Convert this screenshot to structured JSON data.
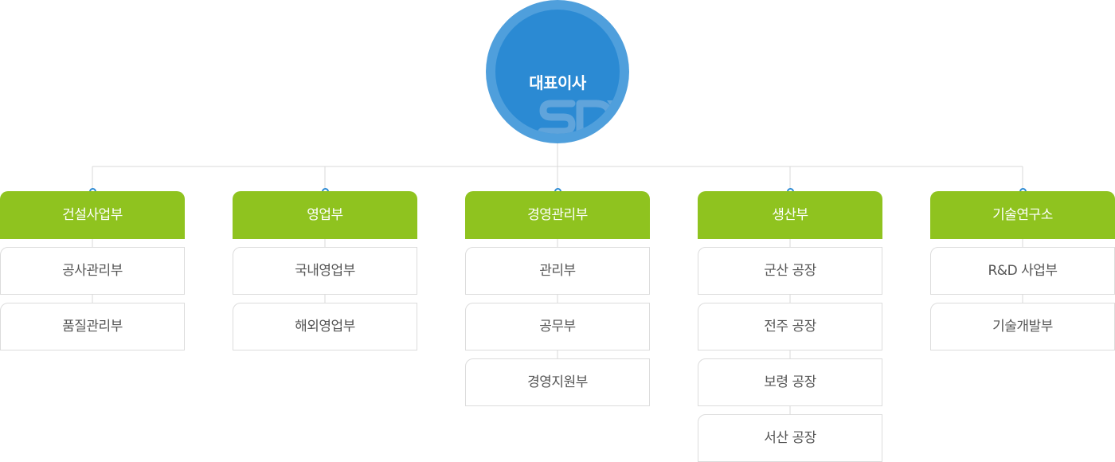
{
  "ceo": {
    "title": "대표이사"
  },
  "departments": [
    {
      "name": "건설사업부",
      "subs": [
        "공사관리부",
        "품질관리부"
      ]
    },
    {
      "name": "영업부",
      "subs": [
        "국내영업부",
        "해외영업부"
      ]
    },
    {
      "name": "경영관리부",
      "subs": [
        "관리부",
        "공무부",
        "경영지원부"
      ]
    },
    {
      "name": "생산부",
      "subs": [
        "군산 공장",
        "전주 공장",
        "보령 공장",
        "서산 공장"
      ]
    },
    {
      "name": "기술연구소",
      "subs": [
        "R&D 사업부",
        "기술개발부"
      ]
    }
  ],
  "colors": {
    "ceo_outer": "#4f9fdc",
    "ceo_inner": "#2b8ad3",
    "dept_green": "#8fc31f",
    "connector": "#d9d9d9",
    "sub_border": "#dcdcdc",
    "sub_text": "#555555"
  },
  "icons": {
    "ceo_logo": "sd-logo-icon",
    "connector_node": "circle-node-icon"
  }
}
